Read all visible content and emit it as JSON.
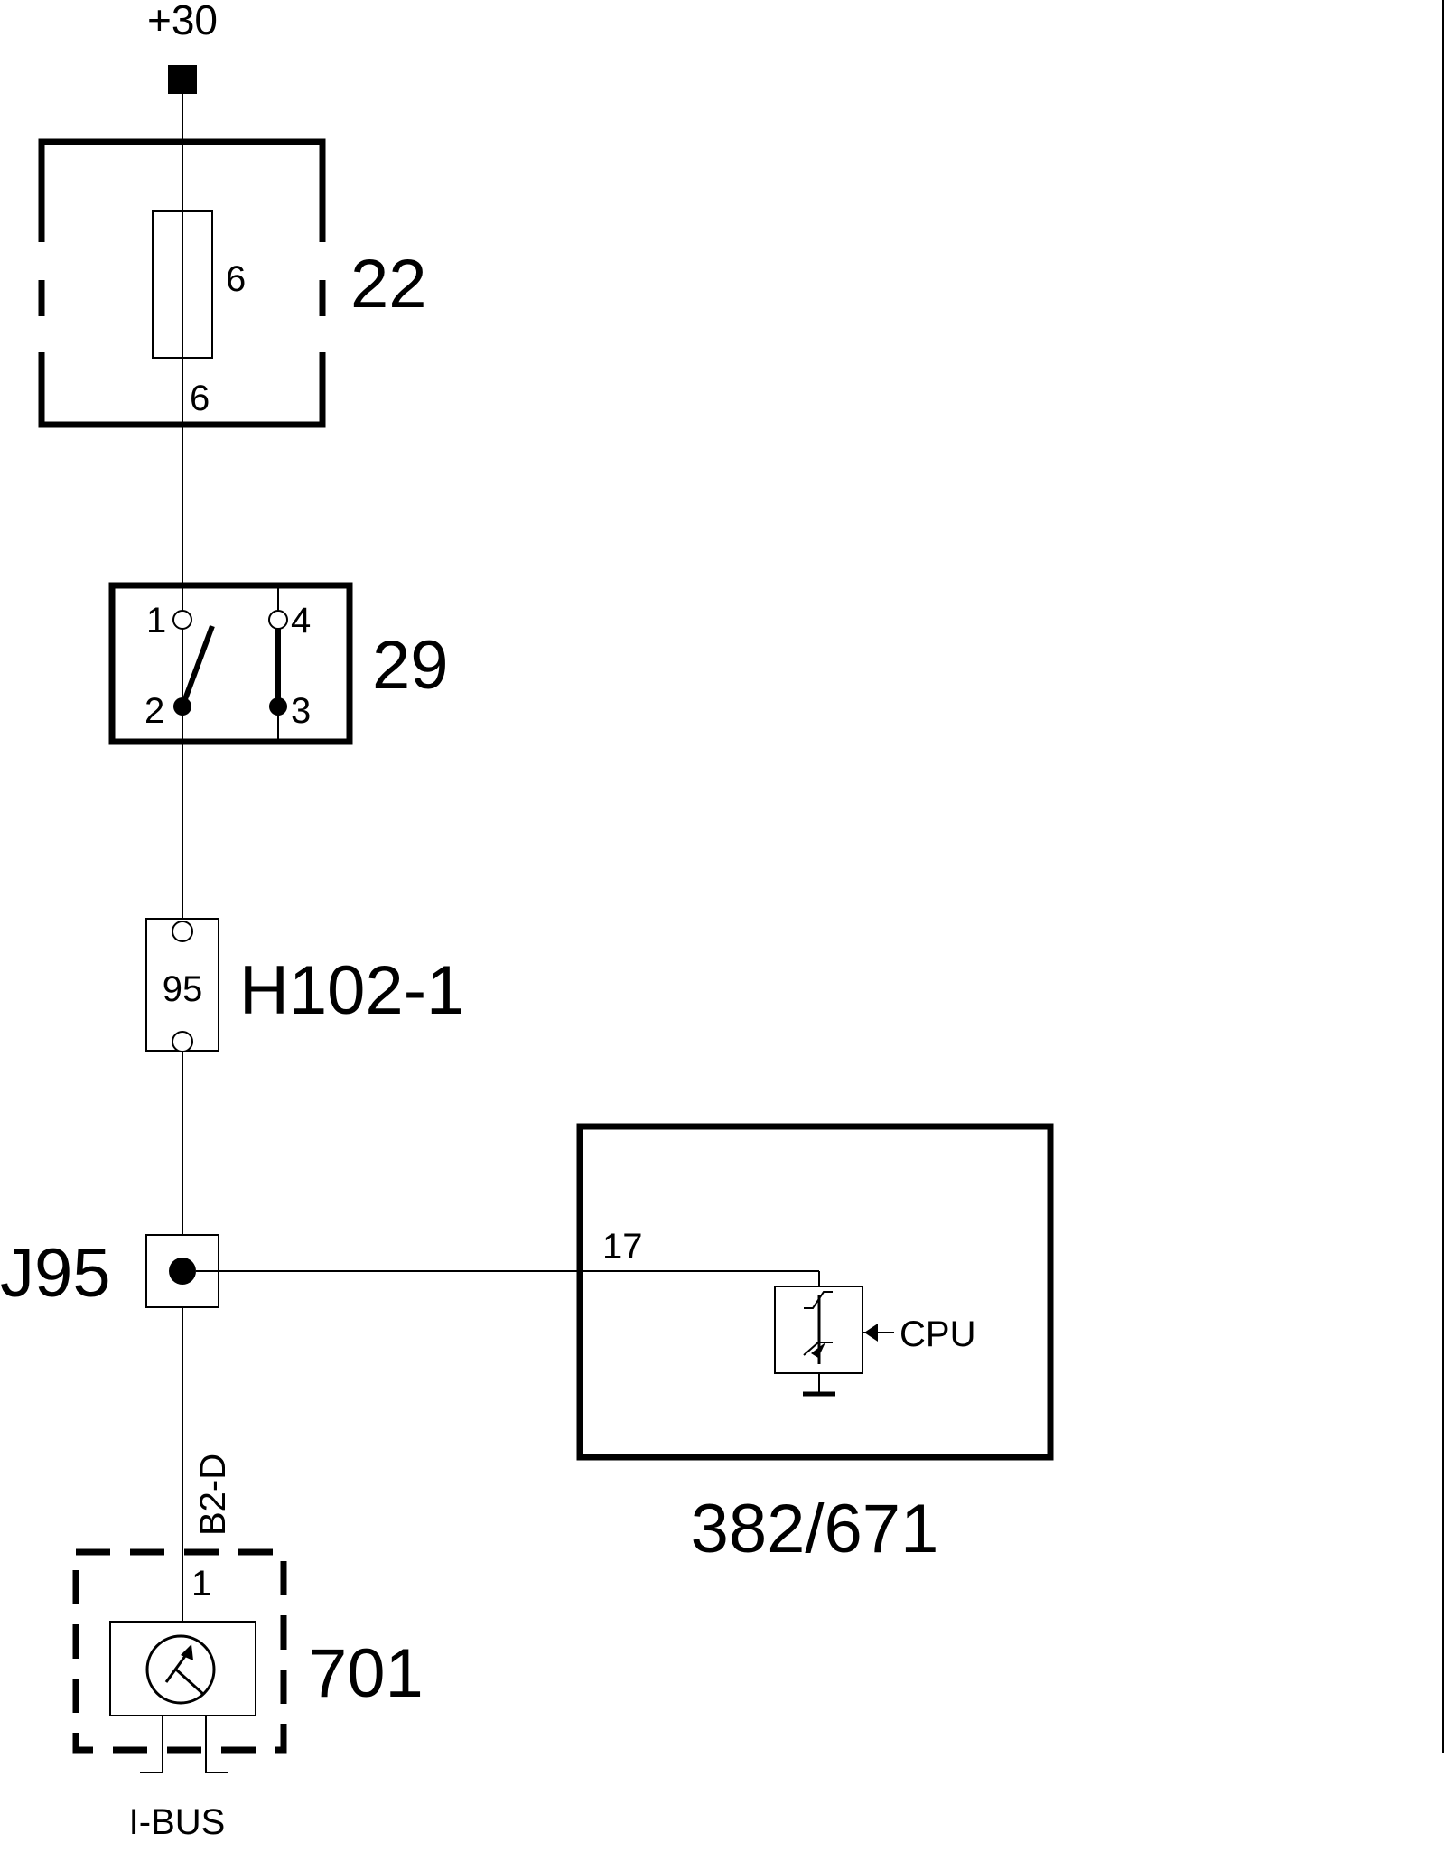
{
  "supply": {
    "label": "+30"
  },
  "fuse_box": {
    "id": "22",
    "fuse_number": "6",
    "pin": "6"
  },
  "switch": {
    "id": "29",
    "pin1": "1",
    "pin2": "2",
    "pin3": "3",
    "pin4": "4"
  },
  "connector": {
    "id": "H102-1",
    "pin": "95"
  },
  "junction": {
    "id": "J95"
  },
  "control_unit": {
    "id": "382/671",
    "pin": "17",
    "cpu_label": "CPU"
  },
  "wire": {
    "label": "B2-D"
  },
  "sensor": {
    "id": "701",
    "pin": "1",
    "bus_label": "I-BUS"
  }
}
